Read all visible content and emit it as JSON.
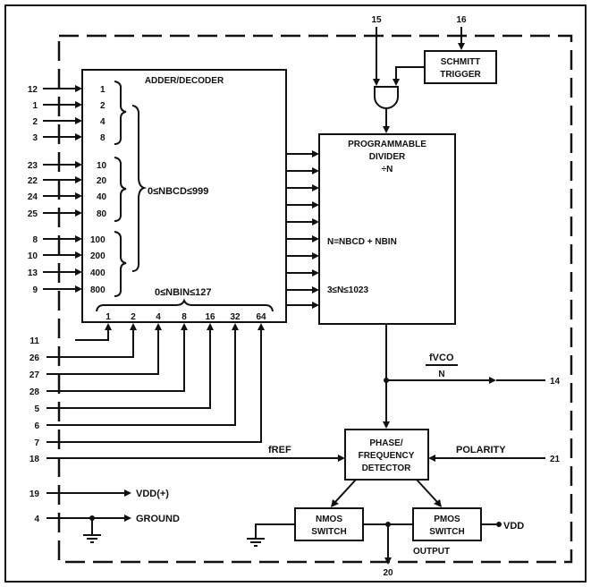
{
  "blocks": {
    "adder_title": "ADDER/DECODER",
    "schmitt_line1": "SCHMITT",
    "schmitt_line2": "TRIGGER",
    "prog_line1": "PROGRAMMABLE",
    "prog_line2": "DIVIDER",
    "prog_line3": "÷N",
    "pfd_line1": "PHASE/",
    "pfd_line2": "FREQUENCY",
    "pfd_line3": "DETECTOR",
    "nmos_line1": "NMOS",
    "nmos_line2": "SWITCH",
    "pmos_line1": "PMOS",
    "pmos_line2": "SWITCH"
  },
  "labels": {
    "nbcd_range": "0≤NBCD≤999",
    "nbin_range": "0≤NBIN≤127",
    "n_formula": "N=NBCD + NBIN",
    "n_range": "3≤N≤1023",
    "fvco_num": "fVCO",
    "fvco_den": "N",
    "fref": "fREF",
    "polarity": "POLARITY",
    "vdd_plus": "VDD(+)",
    "ground": "GROUND",
    "vdd": "VDD",
    "output": "OUTPUT"
  },
  "bcd_inputs": [
    {
      "pin": "12",
      "weight": "1"
    },
    {
      "pin": "1",
      "weight": "2"
    },
    {
      "pin": "2",
      "weight": "4"
    },
    {
      "pin": "3",
      "weight": "8"
    },
    {
      "pin": "23",
      "weight": "10"
    },
    {
      "pin": "22",
      "weight": "20"
    },
    {
      "pin": "24",
      "weight": "40"
    },
    {
      "pin": "25",
      "weight": "80"
    },
    {
      "pin": "8",
      "weight": "100"
    },
    {
      "pin": "10",
      "weight": "200"
    },
    {
      "pin": "13",
      "weight": "400"
    },
    {
      "pin": "9",
      "weight": "800"
    }
  ],
  "bin_inputs": [
    {
      "pin": "11",
      "weight": "1"
    },
    {
      "pin": "26",
      "weight": "2"
    },
    {
      "pin": "27",
      "weight": "4"
    },
    {
      "pin": "28",
      "weight": "8"
    },
    {
      "pin": "5",
      "weight": "16"
    },
    {
      "pin": "6",
      "weight": "32"
    },
    {
      "pin": "7",
      "weight": "64"
    }
  ],
  "pins": {
    "p15": "15",
    "p16": "16",
    "p14": "14",
    "p18": "18",
    "p21": "21",
    "p19": "19",
    "p4": "4",
    "p20": "20"
  }
}
